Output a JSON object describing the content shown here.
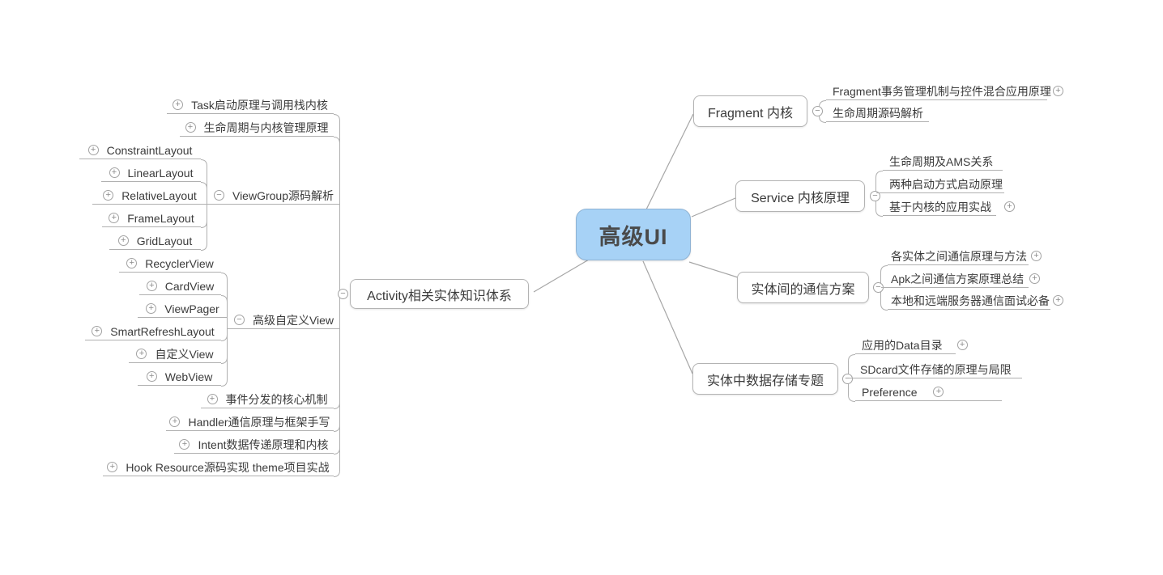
{
  "root": {
    "label": "高级UI"
  },
  "icons": {
    "expand": "+",
    "collapse": "−"
  },
  "left_branch": {
    "parent": {
      "label": "Activity相关实体知识体系"
    },
    "children": [
      {
        "label": "Task启动原理与调用栈内核"
      },
      {
        "label": "生命周期与内核管理原理"
      },
      {
        "label": "ViewGroup源码解析"
      },
      {
        "label": "高级自定义View"
      },
      {
        "label": "事件分发的核心机制"
      },
      {
        "label": "Handler通信原理与框架手写"
      },
      {
        "label": "Intent数据传递原理和内核"
      },
      {
        "label": "Hook Resource源码实现 theme项目实战"
      }
    ],
    "viewgroup_children": [
      {
        "label": "ConstraintLayout"
      },
      {
        "label": "LinearLayout"
      },
      {
        "label": "RelativeLayout"
      },
      {
        "label": "FrameLayout"
      },
      {
        "label": "GridLayout"
      }
    ],
    "customview_children": [
      {
        "label": "RecyclerView"
      },
      {
        "label": "CardView"
      },
      {
        "label": "ViewPager"
      },
      {
        "label": "SmartRefreshLayout"
      },
      {
        "label": "自定义View"
      },
      {
        "label": "WebView"
      }
    ]
  },
  "right_branches": [
    {
      "label": "Fragment 内核",
      "children": [
        {
          "label": "Fragment事务管理机制与控件混合应用原理"
        },
        {
          "label": "生命周期源码解析"
        }
      ]
    },
    {
      "label": "Service 内核原理",
      "children": [
        {
          "label": "生命周期及AMS关系"
        },
        {
          "label": "两种启动方式启动原理"
        },
        {
          "label": "基于内核的应用实战"
        }
      ]
    },
    {
      "label": "实体间的通信方案",
      "children": [
        {
          "label": "各实体之间通信原理与方法"
        },
        {
          "label": "Apk之间通信方案原理总结"
        },
        {
          "label": "本地和远端服务器通信面试必备"
        }
      ]
    },
    {
      "label": "实体中数据存储专题",
      "children": [
        {
          "label": "应用的Data目录"
        },
        {
          "label": "SDcard文件存储的原理与局限"
        },
        {
          "label": "Preference"
        }
      ]
    }
  ],
  "colors": {
    "root_fill": "#a7d2f6",
    "root_border": "#8fb3d4",
    "line": "#b0b0b0",
    "box_border": "#b3b3b3",
    "text": "#3b3b3b"
  }
}
